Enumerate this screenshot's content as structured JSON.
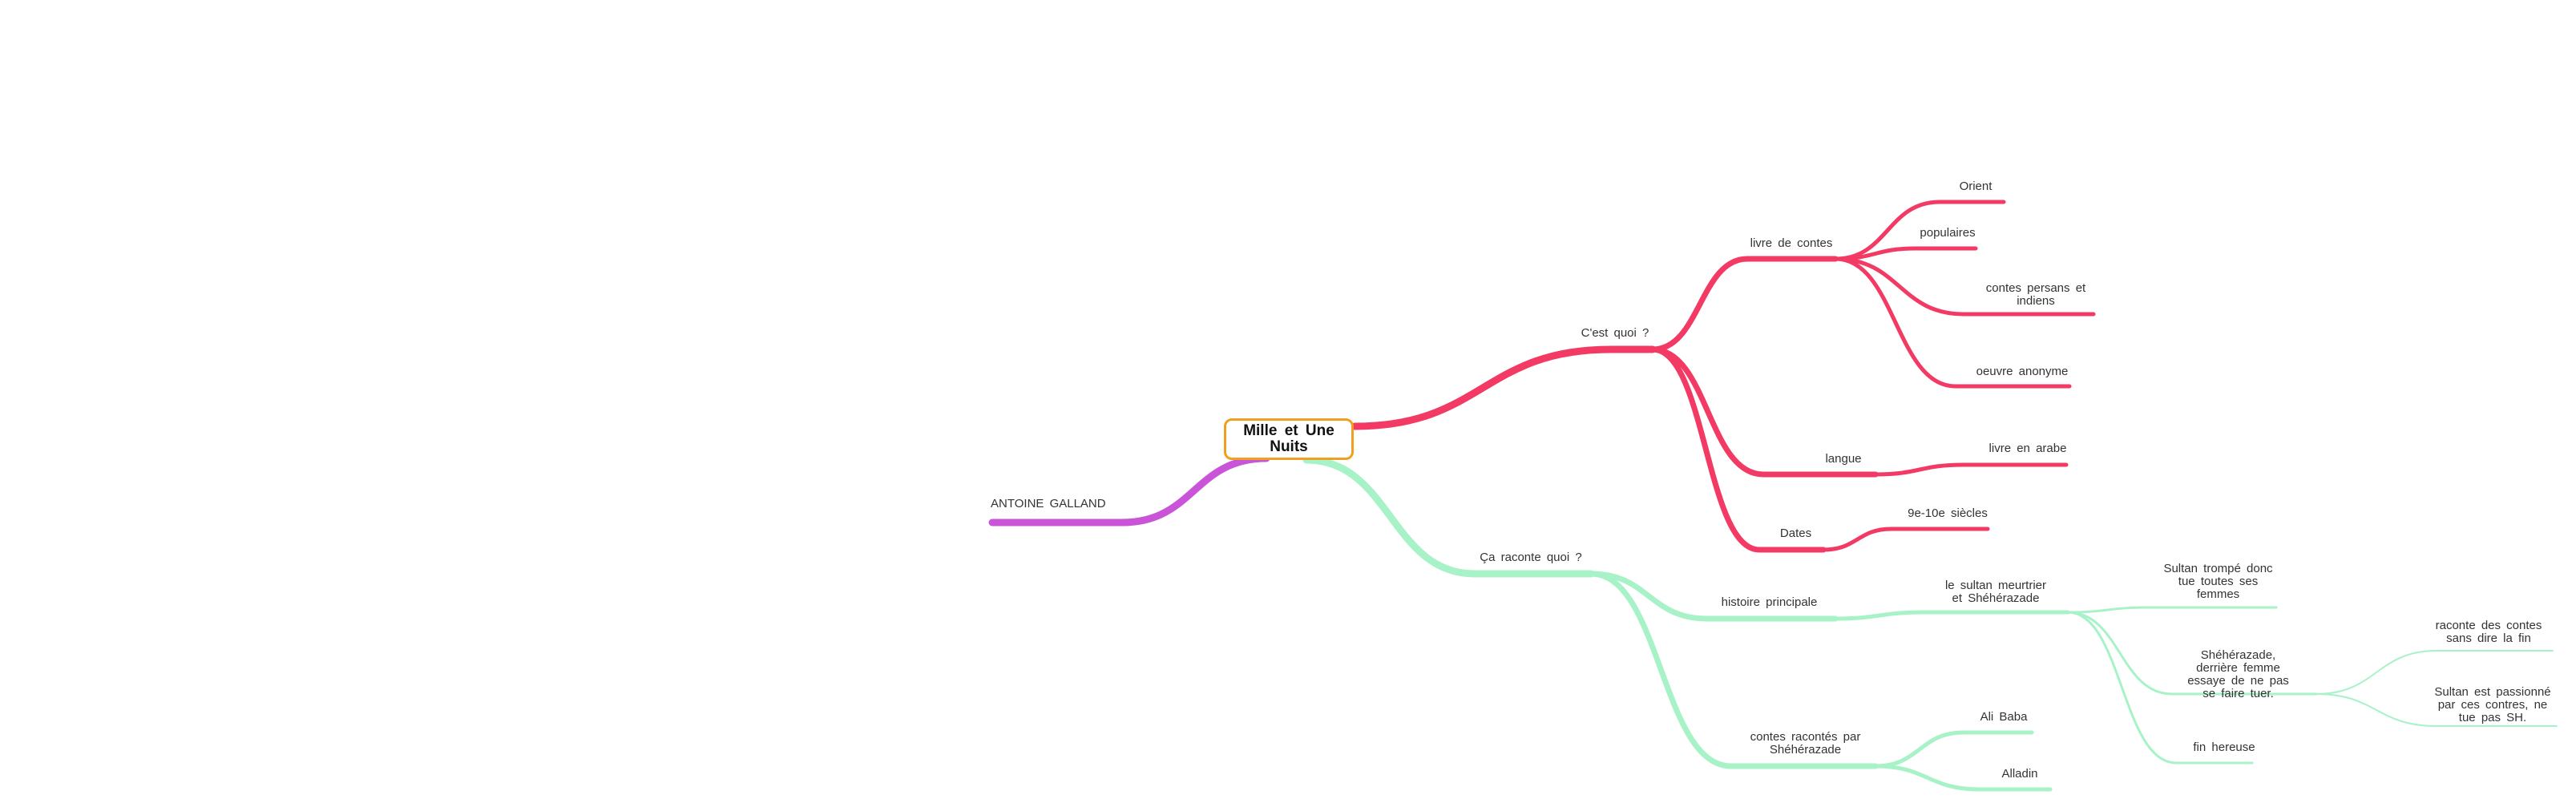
{
  "colors": {
    "red_branch": "#f23a64",
    "green_branch": "#a8f2c8",
    "purple_branch": "#c954d8",
    "root_border": "#f0a020"
  },
  "root": {
    "label": "Mille  et  Une\nNuits"
  },
  "left": {
    "antoine": "ANTOINE GALLAND"
  },
  "cest_quoi": {
    "label": "C'est quoi ?",
    "livre_de_contes": "livre de contes",
    "orient": "Orient",
    "populaires": "populaires",
    "contes_persans": "contes  persans  et\nindiens",
    "oeuvre_anonyme": "oeuvre anonyme",
    "langue": "langue",
    "livre_en_arabe": "livre en arabe",
    "dates": "Dates",
    "siecles": "9e-10e siècles"
  },
  "ca_raconte": {
    "label": "Ça raconte quoi ?",
    "histoire_principale": "histoire principale",
    "sultan_meurtrier": "le  sultan  meurtrier\net  Shéhérazade",
    "sultan_trompe": "Sultan  trompé  donc\ntue  toutes  ses\nfemmes",
    "sheherazade": "Shéhérazade,\nderrière  femme\nessaye  de  ne  pas\nse  faire  tuer.",
    "raconte_contes": "raconte  des  contes\nsans  dire  la  fin",
    "sultan_passionne": "Sultan  est  passionné\npar  ces  contres,  ne\ntue  pas  SH.",
    "fin_hereuse": "fin hereuse",
    "contes_racontes": "contes  racontés  par\nShéhérazade",
    "ali_baba": "Ali Baba",
    "alladin": "Alladin"
  }
}
